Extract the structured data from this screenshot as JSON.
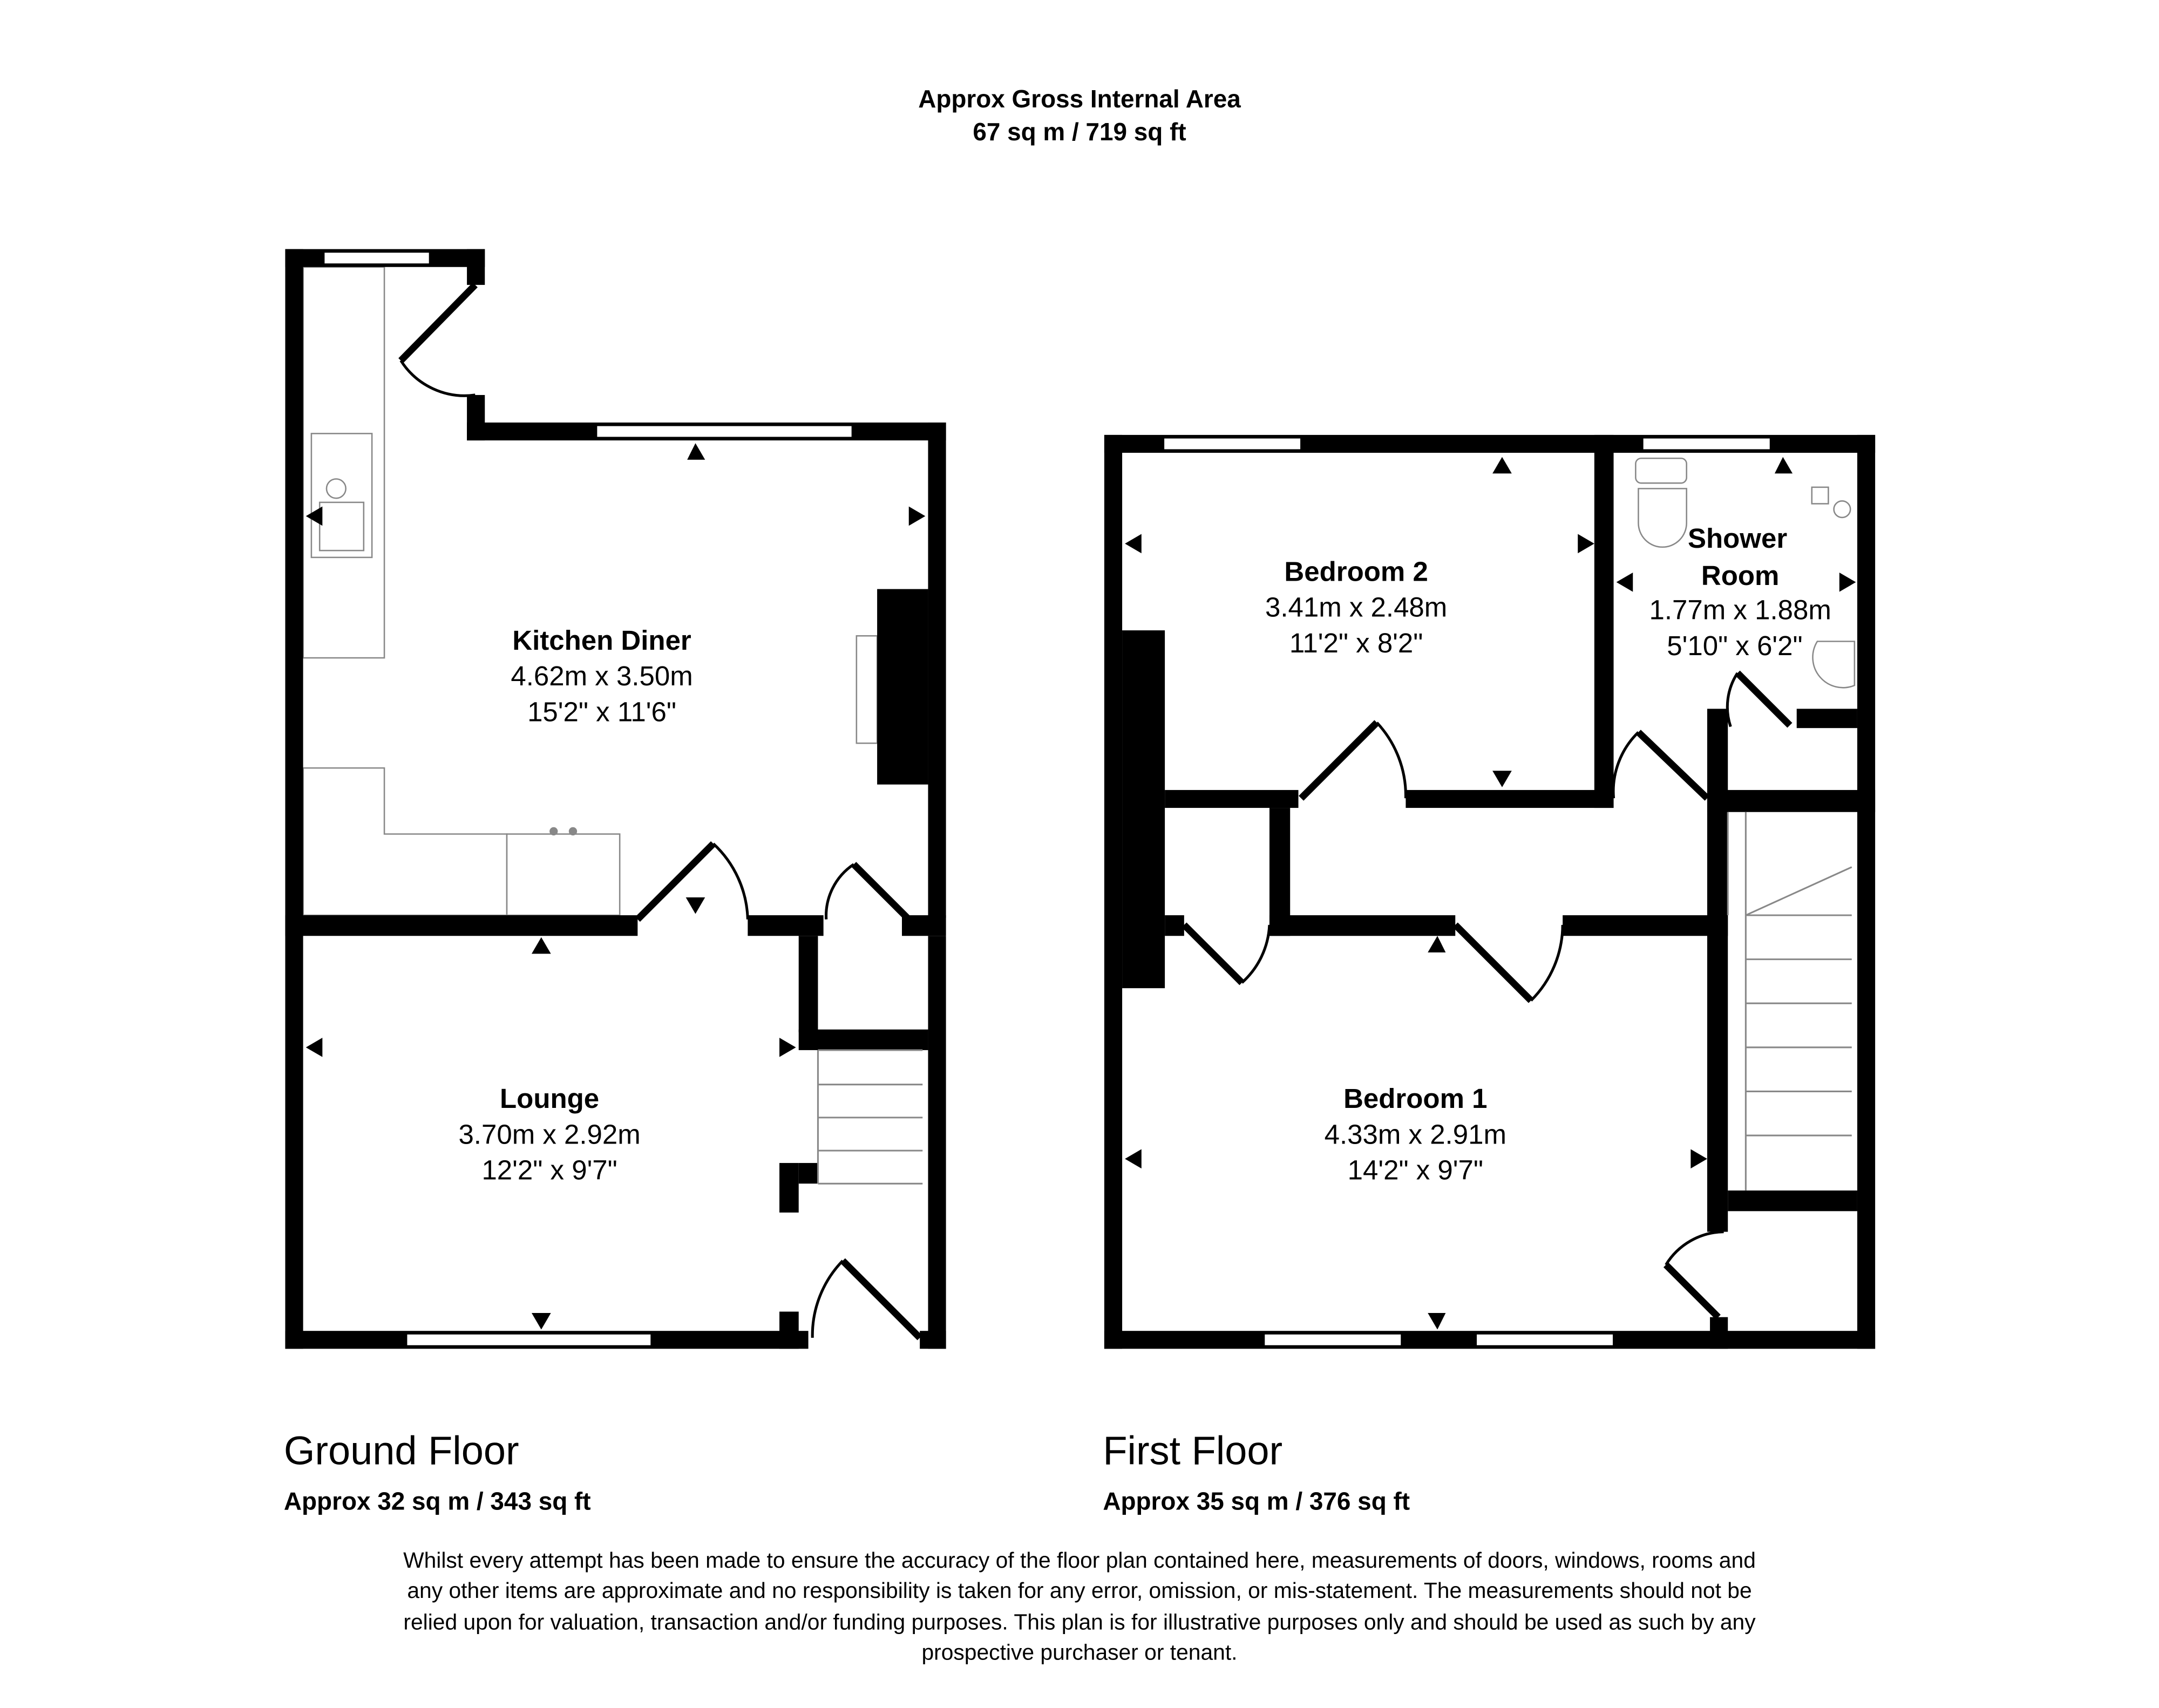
{
  "header": {
    "line1": "Approx Gross Internal Area",
    "line2": "67 sq m / 719 sq ft"
  },
  "ground_floor": {
    "title": "Ground Floor",
    "area": "Approx 32 sq m / 343 sq ft",
    "rooms": [
      {
        "name": "Kitchen Diner",
        "metric": "4.62m x 3.50m",
        "imperial": "15'2\" x 11'6\""
      },
      {
        "name": "Lounge",
        "metric": "3.70m x 2.92m",
        "imperial": "12'2\" x 9'7\""
      }
    ]
  },
  "first_floor": {
    "title": "First Floor",
    "area": "Approx 35 sq m / 376 sq ft",
    "rooms": [
      {
        "name": "Bedroom 2",
        "metric": "3.41m x 2.48m",
        "imperial": "11'2\" x 8'2\""
      },
      {
        "name1": "Shower",
        "name2": "Room",
        "metric": "1.77m x 1.88m",
        "imperial": "5'10\" x 6'2\""
      },
      {
        "name": "Bedroom 1",
        "metric": "4.33m x 2.91m",
        "imperial": "14'2\" x 9'7\""
      }
    ]
  },
  "disclaimer": [
    "Whilst every attempt has been made to ensure the accuracy of the floor plan contained here, measurements of doors, windows, rooms and",
    "any other items are approximate and no responsibility is taken for any error, omission, or mis-statement. The measurements should not be",
    "relied upon for valuation, transaction and/or funding purposes. This plan is for illustrative purposes only and should be used as such by any",
    "prospective purchaser or tenant."
  ]
}
